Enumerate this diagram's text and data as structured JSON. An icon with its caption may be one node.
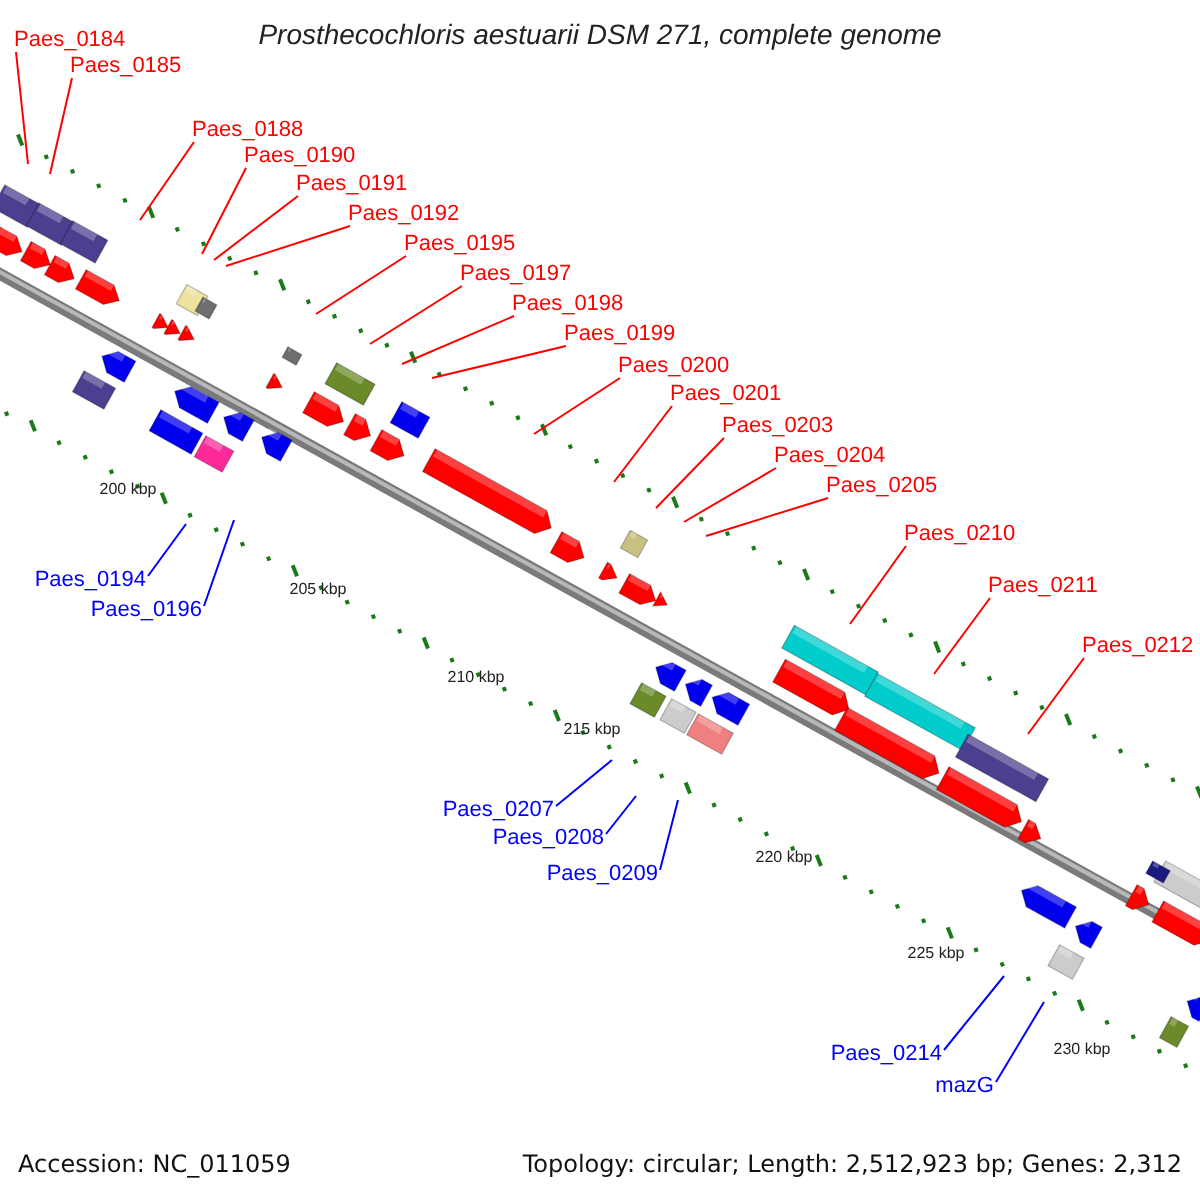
{
  "diagram": {
    "title": "Prosthecochloris aestuarii DSM 271, complete genome",
    "nodes": [
      {
        "text": [
          "Paes_0184"
        ]
      },
      {
        "text": [
          "Paes_0185"
        ]
      },
      {
        "text": [
          "Paes_0188"
        ]
      },
      {
        "text": [
          "Paes_0190"
        ]
      },
      {
        "text": [
          "Paes_0191"
        ]
      },
      {
        "text": [
          "Paes_0192"
        ]
      },
      {
        "text": [
          "Paes_0195"
        ]
      },
      {
        "text": [
          "Paes_0197"
        ]
      },
      {
        "text": [
          "Paes_0198"
        ]
      },
      {
        "text": [
          "Paes_0199"
        ]
      },
      {
        "text": [
          "Paes_0200"
        ]
      },
      {
        "text": [
          "Paes_0201"
        ]
      },
      {
        "text": [
          "Paes_0203"
        ]
      },
      {
        "text": [
          "Paes_0204"
        ]
      },
      {
        "text": [
          "Paes_0205"
        ]
      },
      {
        "text": [
          "Paes_0210"
        ]
      },
      {
        "text": [
          "Paes_0211"
        ]
      },
      {
        "text": [
          "Paes_0212"
        ]
      },
      {
        "text": [
          "Paes_0194"
        ]
      },
      {
        "text": [
          "Paes_0196"
        ]
      },
      {
        "text": [
          "Paes_0207"
        ]
      },
      {
        "text": [
          "Paes_0208"
        ]
      },
      {
        "text": [
          "Paes_0209"
        ]
      },
      {
        "text": [
          "Paes_0214"
        ]
      },
      {
        "text": [
          "mazG"
        ]
      }
    ],
    "edges": [
      {
        "from": 0,
        "to": null,
        "arrow": "none"
      },
      {
        "from": 1,
        "to": null,
        "arrow": "none"
      },
      {
        "from": 2,
        "to": null,
        "arrow": "none"
      },
      {
        "from": 3,
        "to": null,
        "arrow": "none"
      },
      {
        "from": 4,
        "to": null,
        "arrow": "none"
      },
      {
        "from": 5,
        "to": null,
        "arrow": "none"
      },
      {
        "from": 6,
        "to": null,
        "arrow": "none"
      },
      {
        "from": 7,
        "to": null,
        "arrow": "none"
      },
      {
        "from": 8,
        "to": null,
        "arrow": "none"
      },
      {
        "from": 9,
        "to": null,
        "arrow": "none"
      },
      {
        "from": 10,
        "to": null,
        "arrow": "none"
      },
      {
        "from": 11,
        "to": null,
        "arrow": "none"
      },
      {
        "from": 12,
        "to": null,
        "arrow": "none"
      },
      {
        "from": 13,
        "to": null,
        "arrow": "none"
      },
      {
        "from": 14,
        "to": null,
        "arrow": "none"
      },
      {
        "from": 15,
        "to": null,
        "arrow": "none"
      },
      {
        "from": 16,
        "to": null,
        "arrow": "none"
      },
      {
        "from": 17,
        "to": null,
        "arrow": "none"
      },
      {
        "from": 18,
        "to": null,
        "arrow": "none",
        "color": "#0000ff"
      },
      {
        "from": 19,
        "to": null,
        "arrow": "none",
        "color": "#0000ff"
      },
      {
        "from": 20,
        "to": null,
        "arrow": "none",
        "color": "#0000ff"
      },
      {
        "from": 21,
        "to": null,
        "arrow": "none",
        "color": "#0000ff"
      },
      {
        "from": 22,
        "to": null,
        "arrow": "none",
        "color": "#0000ff"
      },
      {
        "from": 23,
        "to": null,
        "arrow": "none",
        "color": "#0000ff"
      },
      {
        "from": 24,
        "to": null,
        "arrow": "none",
        "color": "#0000ff"
      }
    ],
    "labels": [
      "200 kbp",
      "205 kbp",
      "210 kbp",
      "215 kbp",
      "220 kbp",
      "225 kbp",
      "230 kbp",
      "Accession: NC_011059",
      "Topology: circular; Length: 2,512,923 bp; Genes: 2,312"
    ]
  }
}
